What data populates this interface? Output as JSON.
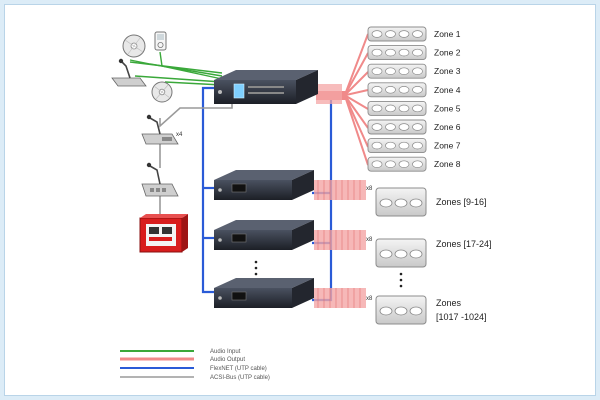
{
  "zones": [
    "Zone 1",
    "Zone 2",
    "Zone 3",
    "Zone 4",
    "Zone 5",
    "Zone 6",
    "Zone 7",
    "Zone 8"
  ],
  "zone_groups": [
    {
      "multiplier": "x8",
      "label": "Zones [9-16]"
    },
    {
      "multiplier": "x8",
      "label": "Zones [17-24]"
    },
    {
      "multiplier": "x8",
      "label_line1": "Zones",
      "label_line2": "[1017 -1024]"
    }
  ],
  "mic_count": "x4",
  "legend": [
    {
      "label": "Audio Input",
      "color": "#3aa83a"
    },
    {
      "label": "Audio Output",
      "color": "#f08a8a"
    },
    {
      "label": "FlexNET (UTP cable)",
      "color": "#2a5bd7"
    },
    {
      "label": "ACSI-Bus (UTP cable)",
      "color": "#9a9a9a"
    }
  ],
  "colors": {
    "input": "#3aa83a",
    "output": "#f08a8a",
    "flexnet": "#2a5bd7",
    "acsi": "#9a9a9a",
    "device": "#2b2f38"
  }
}
